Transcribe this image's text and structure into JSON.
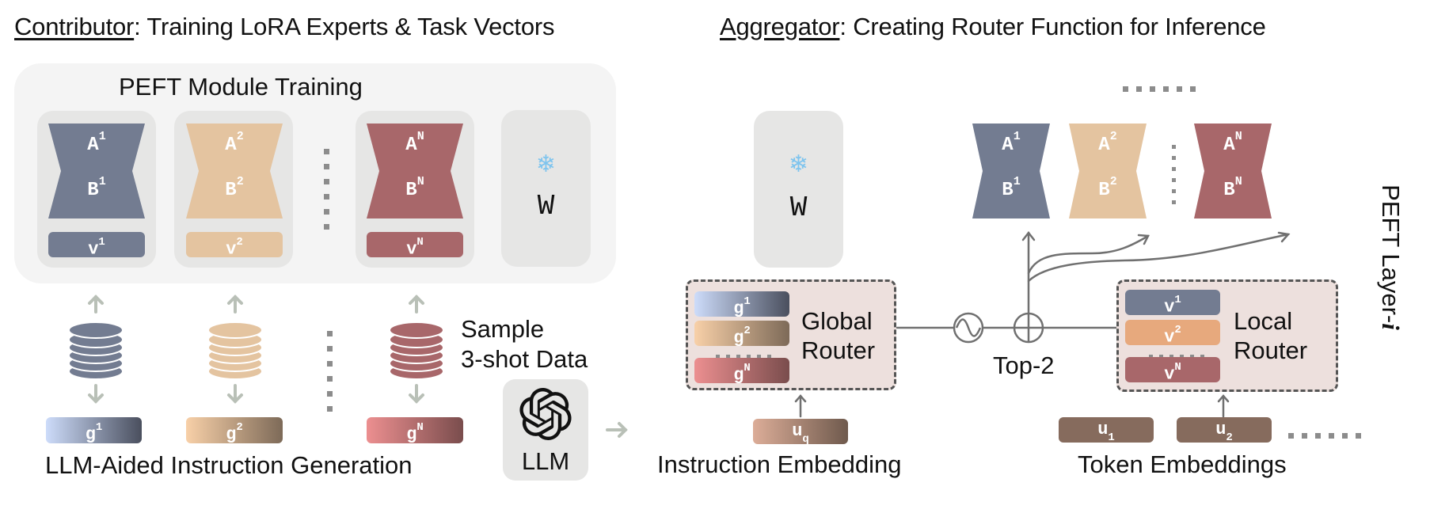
{
  "left_title": {
    "underlined": "Contributor",
    "rest": ": Training LoRA Experts & Task Vectors"
  },
  "right_title": {
    "underlined": "Aggregator",
    "rest": ": Creating Router Function for Inference"
  },
  "peft_training": {
    "title": "PEFT Module Training",
    "experts": [
      {
        "a": "A",
        "b": "B",
        "v": "v",
        "sup": "1",
        "color": "#737c91"
      },
      {
        "a": "A",
        "b": "B",
        "v": "v",
        "sup": "2",
        "color": "#e4c4a0"
      },
      {
        "a": "A",
        "b": "B",
        "v": "v",
        "sup": "N",
        "color": "#a8676a"
      }
    ],
    "frozen": {
      "icon": "snowflake-icon",
      "glyph": "❄",
      "label": "W"
    }
  },
  "instruction_gen": {
    "title": "LLM-Aided Instruction Generation",
    "sample_label_line1": "Sample",
    "sample_label_line2": "3-shot Data",
    "llm_label": "LLM",
    "g_bars": [
      {
        "g": "g",
        "sup": "1"
      },
      {
        "g": "g",
        "sup": "2"
      },
      {
        "g": "g",
        "sup": "N"
      }
    ]
  },
  "aggregator": {
    "frozen": {
      "glyph": "❄",
      "label": "W"
    },
    "global_router": {
      "line1": "Global",
      "line2": "Router",
      "items": [
        {
          "g": "g",
          "sup": "1"
        },
        {
          "g": "g",
          "sup": "2"
        },
        {
          "g": "g",
          "sup": "N"
        }
      ]
    },
    "local_router": {
      "line1": "Local",
      "line2": "Router",
      "items": [
        {
          "v": "v",
          "sup": "1"
        },
        {
          "v": "v",
          "sup": "2"
        },
        {
          "v": "v",
          "sup": "N"
        }
      ]
    },
    "top_k_label": "Top-2",
    "peft_layer_label": "PEFT Layer-",
    "peft_layer_index": "i",
    "experts": [
      {
        "a": "A",
        "b": "B",
        "sup": "1"
      },
      {
        "a": "A",
        "b": "B",
        "sup": "2"
      },
      {
        "a": "A",
        "b": "B",
        "sup": "N"
      }
    ],
    "instruction_embedding": {
      "label": "Instruction Embedding",
      "u": "u",
      "sub": "q"
    },
    "token_embeddings": {
      "label": "Token Embeddings",
      "tokens": [
        {
          "u": "u",
          "sub": "1"
        },
        {
          "u": "u",
          "sub": "2"
        }
      ]
    }
  }
}
